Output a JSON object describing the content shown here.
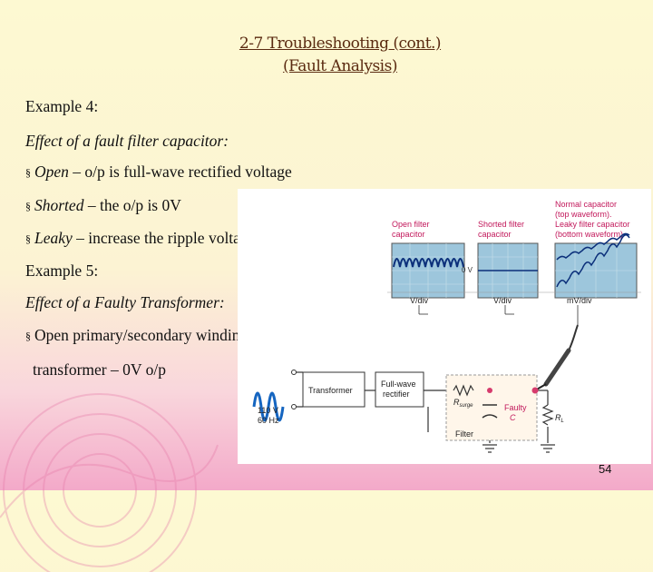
{
  "slide": {
    "title_line1": "2-7 Troubleshooting (cont.)",
    "title_line2": "(Fault Analysis)",
    "example4": "Example 4:",
    "example4_desc": "Effect of a fault filter capacitor:",
    "open_label": "Open",
    "open_text": " – o/p is full-wave rectified voltage",
    "shorted_label": "Shorted",
    "shorted_text": " – the o/p is 0V",
    "leaky_label": "Leaky",
    "leaky_text": " – increase the ripple voltage on the o/p",
    "example5": "Example 5:",
    "example5_desc": "Effect of a Faulty Transformer:",
    "transformer_line1": "Open primary/secondary winding of a",
    "transformer_line2": "transformer – 0V o/p",
    "page_number": "54"
  },
  "figure": {
    "scope1_label": [
      "Open filter",
      "capacitor"
    ],
    "scope2_label": [
      "Shorted filter",
      "capacitor"
    ],
    "scope3_label": [
      "Normal capacitor",
      "(top waveform).",
      "Leaky filter capacitor",
      "(bottom waveform)"
    ],
    "zero_v": "0 V",
    "div1": "V/div",
    "div2": "V/div",
    "div3": "mV/div",
    "source_v": "110 V",
    "source_f": "60 Hz",
    "transformer": "Transformer",
    "rectifier": [
      "Full-wave",
      "rectifier"
    ],
    "rsurge": "R",
    "rsurge_sub": "surge",
    "faulty_c": [
      "Faulty",
      "C"
    ],
    "rl": "R",
    "rl_sub": "L",
    "filter": "Filter",
    "accent": "#d63b6d",
    "scope_bg": "#8fc0d8"
  }
}
